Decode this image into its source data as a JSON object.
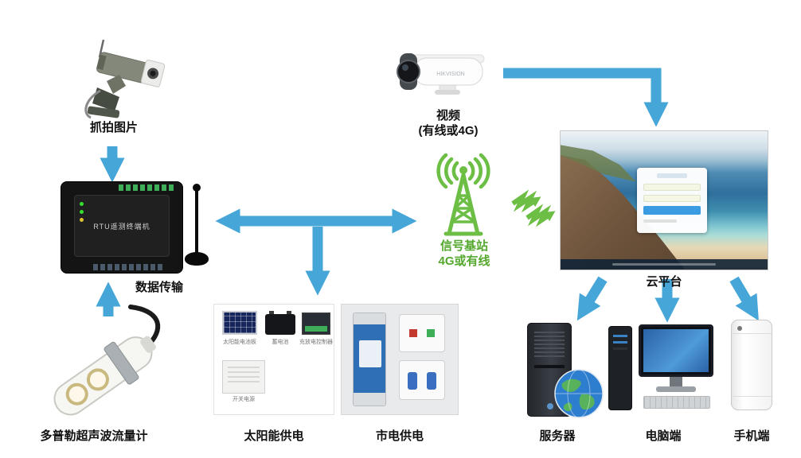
{
  "colors": {
    "arrow": "#47a6d8",
    "green": "#6cbe45",
    "label": "#111111"
  },
  "nodes": {
    "capture_camera": {
      "label": "抓拍图片"
    },
    "video_camera": {
      "label_line1": "视频",
      "label_line2": "(有线或4G)",
      "brand": "HIKVISION"
    },
    "rtu": {
      "device_text": "RTU遥测终端机",
      "label": "数据传输"
    },
    "flow_meter": {
      "label": "多普勒超声波流量计"
    },
    "base_station": {
      "label_line1": "信号基站",
      "label_line2": "4G或有线"
    },
    "cloud_platform": {
      "label": "云平台"
    },
    "solar_power": {
      "label": "太阳能供电",
      "captions": {
        "panel": "太阳能电池板",
        "battery": "蓄电池",
        "controller": "充放电控制器",
        "psu": "开关电源"
      }
    },
    "mains_power": {
      "label": "市电供电"
    },
    "server": {
      "label": "服务器"
    },
    "pc": {
      "label": "电脑端"
    },
    "phone": {
      "label": "手机端"
    }
  }
}
